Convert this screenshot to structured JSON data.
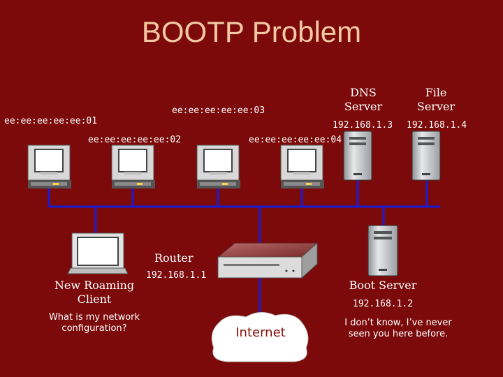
{
  "title": "BOOTP Problem",
  "clients": [
    {
      "mac": "ee:ee:ee:ee:ee:01"
    },
    {
      "mac": "ee:ee:ee:ee:ee:02"
    },
    {
      "mac": "ee:ee:ee:ee:ee:03"
    },
    {
      "mac": "ee:ee:ee:ee:ee:04"
    }
  ],
  "servers": {
    "dns": {
      "name_line1": "DNS",
      "name_line2": "Server",
      "ip": "192.168.1.3"
    },
    "file": {
      "name_line1": "File",
      "name_line2": "Server",
      "ip": "192.168.1.4"
    },
    "boot": {
      "name": "Boot Server",
      "ip": "192.168.1.2",
      "reply_line1": "I don’t know, I’ve never",
      "reply_line2": "seen you here before."
    }
  },
  "router": {
    "name": "Router",
    "ip": "192.168.1.1"
  },
  "roaming_client": {
    "name_line1": "New Roaming",
    "name_line2": "Client",
    "question_line1": "What is my network",
    "question_line2": "configuration?"
  },
  "internet": {
    "label": "Internet"
  },
  "colors": {
    "background": "#7c0a0a",
    "title": "#f4c8a4",
    "bus": "#1a1ad0",
    "text": "#ffffff"
  }
}
